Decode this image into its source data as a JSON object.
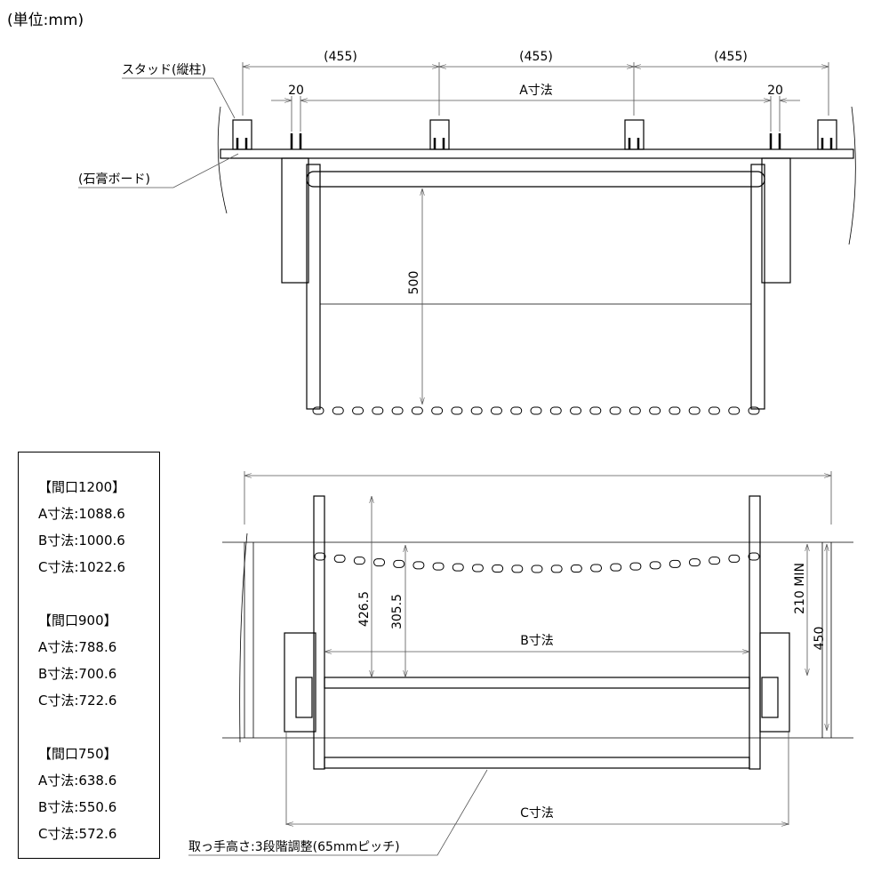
{
  "unit_label": "(単位:mm)",
  "top_view": {
    "stud_label": "スタッド(縦柱)",
    "board_label": "(石膏ボード)",
    "pitch_dims": [
      "(455)",
      "(455)",
      "(455)"
    ],
    "offset_left": "20",
    "offset_right": "20",
    "a_dim": "A寸法",
    "depth_dim": "500"
  },
  "front_view": {
    "dim_426": "426.5",
    "dim_305": "305.5",
    "b_dim": "B寸法",
    "c_dim": "C寸法",
    "min_dim": "210 MIN",
    "height_dim": "450",
    "handle_note": "取っ手高さ:3段階調整(65mmピッチ)"
  },
  "specs": [
    {
      "title": "【間口1200】",
      "lines": [
        "A寸法:1088.6",
        "B寸法:1000.6",
        "C寸法:1022.6"
      ]
    },
    {
      "title": "【間口900】",
      "lines": [
        "A寸法:788.6",
        "B寸法:700.6",
        "C寸法:722.6"
      ]
    },
    {
      "title": "【間口750】",
      "lines": [
        "A寸法:638.6",
        "B寸法:550.6",
        "C寸法:572.6"
      ]
    }
  ]
}
